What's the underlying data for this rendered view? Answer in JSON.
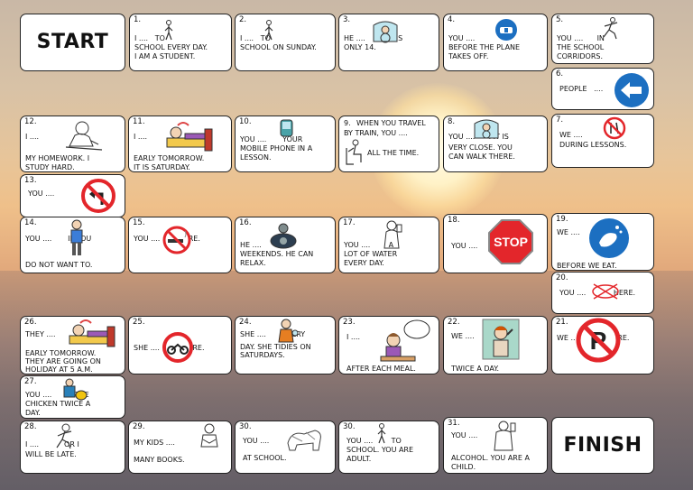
{
  "board": {
    "start": "START",
    "finish": "FINISH",
    "cells": [
      {
        "num": "1.",
        "lines": [
          "I ....   TO",
          "SCHOOL EVERY DAY.",
          "I AM A STUDENT."
        ],
        "icon": "walking-person-icon"
      },
      {
        "num": "2.",
        "lines": [
          "I ....   TO",
          "SCHOOL ON SUNDAY."
        ],
        "icon": "walking-person-icon"
      },
      {
        "num": "3.",
        "lines": [
          "HE ....      . HE IS",
          "ONLY 14."
        ],
        "icon": "car-driver-icon"
      },
      {
        "num": "4.",
        "lines": [
          "YOU ....",
          "BEFORE THE PLANE",
          "TAKES OFF."
        ],
        "icon": "seatbelt-sign-icon"
      },
      {
        "num": "5.",
        "lines": [
          "YOU ....      IN",
          "THE SCHOOL",
          "CORRIDORS."
        ],
        "icon": "running-person-icon"
      },
      {
        "num": "6.",
        "lines": [
          "PEOPLE   ...."
        ],
        "icon": "left-arrow-sign-icon"
      },
      {
        "num": "7.",
        "lines": [
          "WE ....",
          "DURING LESSONS."
        ],
        "icon": "no-eating-drinking-sign-icon"
      },
      {
        "num": "8.",
        "lines": [
          "YOU ....      . IT IS",
          "VERY CLOSE. YOU",
          "CAN WALK THERE."
        ],
        "icon": "car-driver-icon"
      },
      {
        "num": "9.",
        "lines": [
          "WHEN YOU TRAVEL",
          "BY TRAIN, YOU ....",
          "ALL THE TIME."
        ],
        "icon": "sitting-person-icon"
      },
      {
        "num": "10.",
        "lines": [
          "YOU ....       YOUR",
          "MOBILE PHONE IN A",
          "LESSON."
        ],
        "icon": "mobile-phone-icon"
      },
      {
        "num": "11.",
        "lines": [
          "I ....",
          "EARLY TOMORROW.",
          "IT IS SATURDAY."
        ],
        "icon": "bed-sleeping-icon"
      },
      {
        "num": "12.",
        "lines": [
          "I ....",
          "MY HOMEWORK. I",
          "STUDY HARD."
        ],
        "icon": "student-writing-icon"
      },
      {
        "num": "13.",
        "lines": [
          "YOU ...."
        ],
        "icon": "no-turn-left-sign-icon"
      },
      {
        "num": "14.",
        "lines": [
          "YOU ....       IF YOU",
          "DO NOT WANT TO."
        ],
        "icon": "boy-icon"
      },
      {
        "num": "15.",
        "lines": [
          "YOU ....        HERE."
        ],
        "icon": "no-smoking-sign-icon"
      },
      {
        "num": "16.",
        "lines": [
          "HE ....        AT",
          "WEEKENDS. HE CAN",
          "RELAX."
        ],
        "icon": "man-driving-icon"
      },
      {
        "num": "17.",
        "lines": [
          "YOU ....        A",
          "LOT OF WATER",
          "EVERY DAY."
        ],
        "icon": "person-drinking-icon"
      },
      {
        "num": "18.",
        "lines": [
          "YOU ...."
        ],
        "icon": "stop-sign-icon"
      },
      {
        "num": "19.",
        "lines": [
          "WE ....",
          "BEFORE WE EAT."
        ],
        "icon": "wash-hands-sign-icon"
      },
      {
        "num": "20.",
        "lines": [
          "YOU ....            HERE."
        ],
        "icon": "no-entry-crossed-icon"
      },
      {
        "num": "21.",
        "lines": [
          "WE ....            HERE."
        ],
        "icon": "no-parking-sign-icon"
      },
      {
        "num": "22.",
        "lines": [
          "WE ....",
          "TWICE A DAY."
        ],
        "icon": "girl-brushing-teeth-icon"
      },
      {
        "num": "23.",
        "lines": [
          "I ....",
          "AFTER EACH MEAL."
        ],
        "icon": "girl-talking-icon"
      },
      {
        "num": "24.",
        "lines": [
          "SHE ....       EVERY",
          "DAY. SHE TIDIES ON",
          "SATURDAYS."
        ],
        "icon": "girl-washing-dishes-icon"
      },
      {
        "num": "25.",
        "lines": [
          "SHE ....          HERE."
        ],
        "icon": "no-motorcycles-sign-icon"
      },
      {
        "num": "26.",
        "lines": [
          "THEY ....",
          "EARLY TOMORROW.",
          "THEY ARE GOING ON",
          "HOLIDAY AT 5 A.M."
        ],
        "icon": "bed-sleeping-icon"
      },
      {
        "num": "27.",
        "lines": [
          "YOU ....          THE",
          "CHICKEN TWICE A",
          "DAY."
        ],
        "icon": "boy-feeding-chicken-icon"
      },
      {
        "num": "28.",
        "lines": [
          "I ....           OR I",
          "WILL BE LATE."
        ],
        "icon": "running-boy-icon"
      },
      {
        "num": "29.",
        "lines": [
          "MY KIDS ....",
          "MANY BOOKS."
        ],
        "icon": "child-reading-icon"
      },
      {
        "num": "30.",
        "lines": [
          "YOU ....",
          "AT SCHOOL."
        ],
        "icon": "no-dog-icon"
      },
      {
        "num": "30.",
        "lines": [
          "YOU ....        TO",
          "SCHOOL. YOU ARE",
          "ADULT."
        ],
        "icon": "walking-person-icon"
      },
      {
        "num": "31.",
        "lines": [
          "YOU ....",
          "ALCOHOL. YOU ARE A",
          "CHILD."
        ],
        "icon": "man-drinking-icon"
      }
    ]
  },
  "colors": {
    "sign_red": "#e3262b",
    "sign_blue": "#1c6fc1",
    "cell_border": "#222222",
    "cell_bg": "#ffffff"
  }
}
